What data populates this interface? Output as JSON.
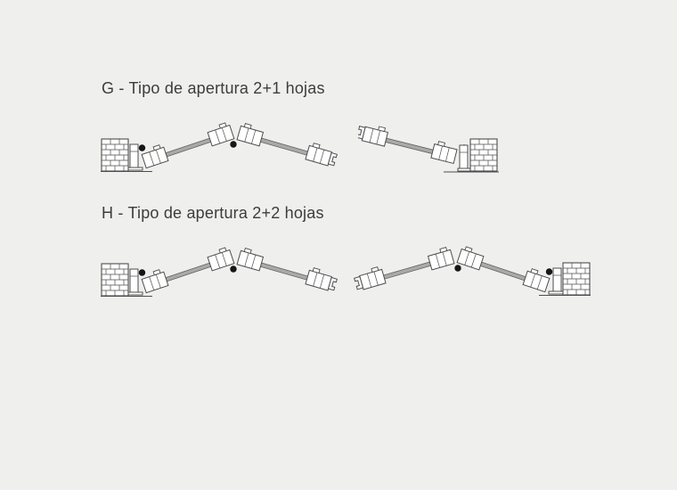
{
  "page": {
    "background": "#eff0ee"
  },
  "colors": {
    "line": "#4d4d4d",
    "fill": "#ffffff",
    "glass": "#a9a9a9",
    "glass_edge": "#616161",
    "hinge": "#161616",
    "text": "#3c3c3c"
  },
  "sections": [
    {
      "id": "G",
      "title": "G - Tipo de apertura 2+1 hojas",
      "diagrams": [
        {
          "wall_side": "left",
          "leaf_count": 2
        },
        {
          "wall_side": "right",
          "leaf_count": 1
        }
      ]
    },
    {
      "id": "H",
      "title": "H - Tipo de apertura 2+2 hojas",
      "diagrams": [
        {
          "wall_side": "left",
          "leaf_count": 2
        },
        {
          "wall_side": "right",
          "leaf_count": 2
        }
      ]
    }
  ]
}
